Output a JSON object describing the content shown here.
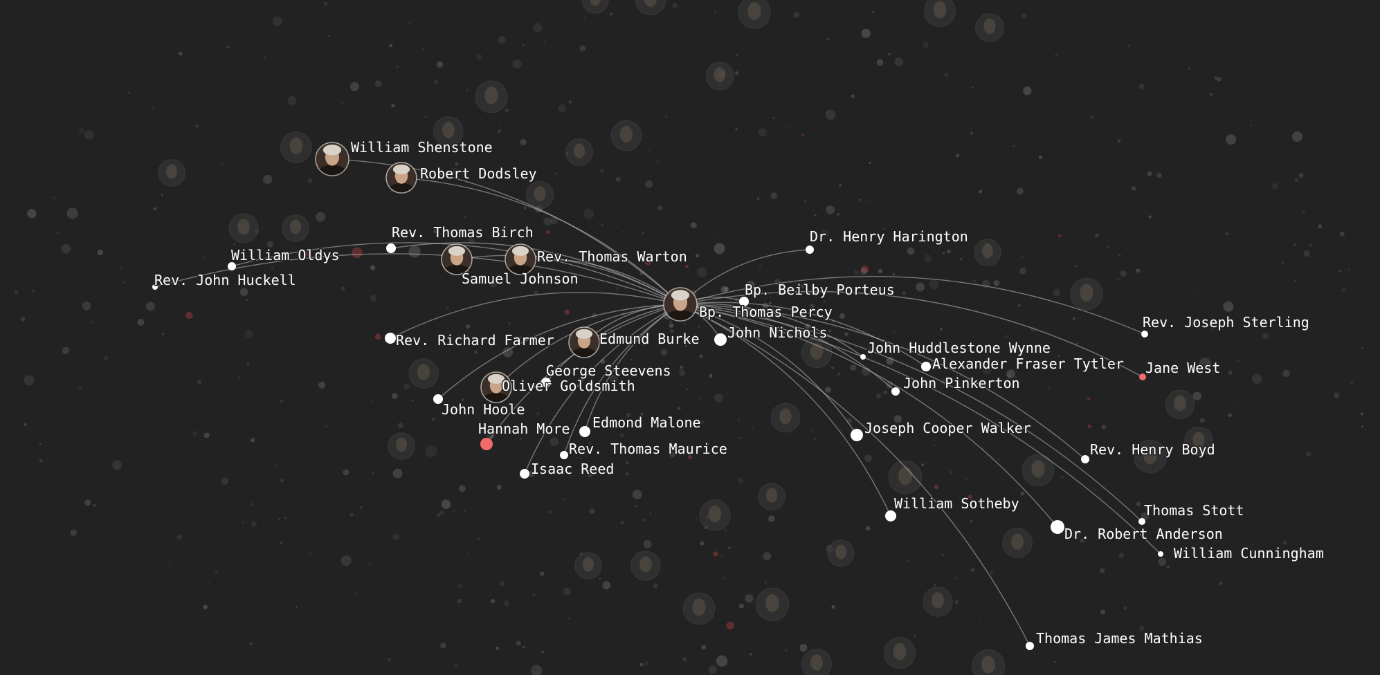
{
  "colors": {
    "background": "#222222",
    "node": "#ffffff",
    "female_node": "#f26b6b",
    "edge": "#bdbdbd",
    "label": "#ffffff"
  },
  "graph": {
    "center": {
      "id": "percy",
      "name": "Bp. Thomas Percy",
      "icon": "portrait-icon",
      "female": false
    },
    "nodes": [
      {
        "id": "shenstone",
        "name": "William Shenstone",
        "icon": "portrait-icon",
        "female": false
      },
      {
        "id": "dodsley",
        "name": "Robert Dodsley",
        "icon": "portrait-icon",
        "female": false
      },
      {
        "id": "birch",
        "name": "Rev. Thomas Birch",
        "icon": null,
        "female": false
      },
      {
        "id": "oldys",
        "name": "William Oldys",
        "icon": null,
        "female": false
      },
      {
        "id": "huckell",
        "name": "Rev. John Huckell",
        "icon": null,
        "female": false
      },
      {
        "id": "johnson",
        "name": "Samuel Johnson",
        "icon": "portrait-icon",
        "female": false
      },
      {
        "id": "warton",
        "name": "Rev. Thomas Warton",
        "icon": "portrait-icon",
        "female": false
      },
      {
        "id": "farmer",
        "name": "Rev. Richard Farmer",
        "icon": null,
        "female": false
      },
      {
        "id": "burke",
        "name": "Edmund Burke",
        "icon": "portrait-icon",
        "female": false
      },
      {
        "id": "steevens",
        "name": "George Steevens",
        "icon": null,
        "female": false
      },
      {
        "id": "goldsmith",
        "name": "Oliver Goldsmith",
        "icon": "portrait-icon",
        "female": false
      },
      {
        "id": "hoole",
        "name": "John Hoole",
        "icon": null,
        "female": false
      },
      {
        "id": "more",
        "name": "Hannah More",
        "icon": null,
        "female": true
      },
      {
        "id": "malone",
        "name": "Edmond Malone",
        "icon": null,
        "female": false
      },
      {
        "id": "maurice",
        "name": "Rev. Thomas Maurice",
        "icon": null,
        "female": false
      },
      {
        "id": "reed",
        "name": "Isaac Reed",
        "icon": null,
        "female": false
      },
      {
        "id": "harington",
        "name": "Dr. Henry Harington",
        "icon": null,
        "female": false
      },
      {
        "id": "porteus",
        "name": "Bp. Beilby Porteus",
        "icon": null,
        "female": false
      },
      {
        "id": "nichols",
        "name": "John Nichols",
        "icon": null,
        "female": false
      },
      {
        "id": "wynne",
        "name": "John Huddlestone Wynne",
        "icon": null,
        "female": false
      },
      {
        "id": "tytler",
        "name": "Alexander Fraser Tytler",
        "icon": null,
        "female": false
      },
      {
        "id": "pinkerton",
        "name": "John Pinkerton",
        "icon": null,
        "female": false
      },
      {
        "id": "walker",
        "name": "Joseph Cooper Walker",
        "icon": null,
        "female": false
      },
      {
        "id": "sotheby",
        "name": "William Sotheby",
        "icon": null,
        "female": false
      },
      {
        "id": "mathias",
        "name": "Thomas James Mathias",
        "icon": null,
        "female": false
      },
      {
        "id": "sterling",
        "name": "Rev. Joseph Sterling",
        "icon": null,
        "female": false
      },
      {
        "id": "west",
        "name": "Jane West",
        "icon": null,
        "female": true
      },
      {
        "id": "boyd",
        "name": "Rev. Henry Boyd",
        "icon": null,
        "female": false
      },
      {
        "id": "stott",
        "name": "Thomas Stott",
        "icon": null,
        "female": false
      },
      {
        "id": "anderson",
        "name": "Dr. Robert Anderson",
        "icon": null,
        "female": false
      },
      {
        "id": "cunningham",
        "name": "William Cunningham",
        "icon": null,
        "female": false
      }
    ],
    "edges": [
      [
        "percy",
        "shenstone"
      ],
      [
        "percy",
        "dodsley"
      ],
      [
        "percy",
        "birch"
      ],
      [
        "percy",
        "oldys"
      ],
      [
        "percy",
        "huckell"
      ],
      [
        "percy",
        "johnson"
      ],
      [
        "percy",
        "warton"
      ],
      [
        "percy",
        "farmer"
      ],
      [
        "percy",
        "burke"
      ],
      [
        "percy",
        "steevens"
      ],
      [
        "percy",
        "goldsmith"
      ],
      [
        "percy",
        "hoole"
      ],
      [
        "percy",
        "more"
      ],
      [
        "percy",
        "malone"
      ],
      [
        "percy",
        "maurice"
      ],
      [
        "percy",
        "reed"
      ],
      [
        "percy",
        "harington"
      ],
      [
        "percy",
        "porteus"
      ],
      [
        "percy",
        "nichols"
      ],
      [
        "percy",
        "wynne"
      ],
      [
        "percy",
        "tytler"
      ],
      [
        "percy",
        "pinkerton"
      ],
      [
        "percy",
        "walker"
      ],
      [
        "percy",
        "sotheby"
      ],
      [
        "percy",
        "mathias"
      ],
      [
        "percy",
        "sterling"
      ],
      [
        "percy",
        "west"
      ],
      [
        "percy",
        "boyd"
      ],
      [
        "percy",
        "stott"
      ],
      [
        "percy",
        "anderson"
      ],
      [
        "percy",
        "cunningham"
      ]
    ]
  }
}
